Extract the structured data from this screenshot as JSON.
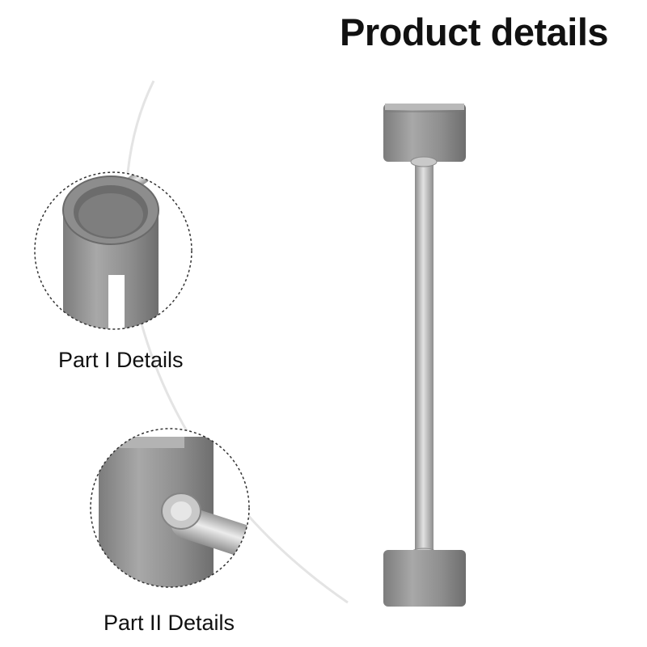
{
  "header": {
    "title": "Product details"
  },
  "details": [
    {
      "label": "Part I Details"
    },
    {
      "label": "Part II Details"
    }
  ],
  "colors": {
    "metal": "#9a9a9a",
    "metal_dark": "#6f6f6f",
    "text": "#111111",
    "arc": "#e4e4e4"
  }
}
